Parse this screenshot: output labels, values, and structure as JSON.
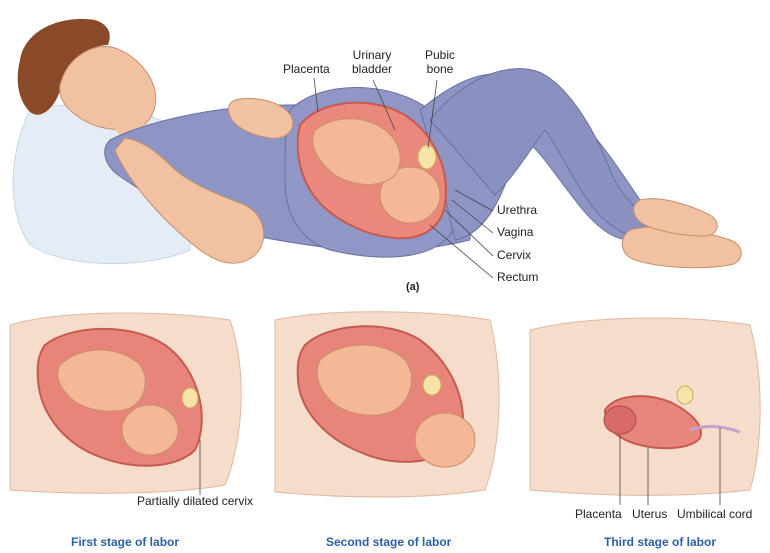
{
  "main_illustration": {
    "panel_letter": "(a)",
    "labels": {
      "placenta": "Placenta",
      "urinary_bladder": "Urinary\nbladder",
      "pubic_bone": "Pubic\nbone",
      "urethra": "Urethra",
      "vagina": "Vagina",
      "cervix": "Cervix",
      "rectum": "Rectum"
    }
  },
  "stages": [
    {
      "caption": "First stage of labor",
      "labels": [
        "Partially dilated cervix"
      ]
    },
    {
      "caption": "Second stage of labor",
      "labels": []
    },
    {
      "caption": "Third stage of labor",
      "labels": [
        "Placenta",
        "Uterus",
        "Umbilical cord"
      ]
    }
  ],
  "colors": {
    "caption_blue": "#2b5fa8",
    "bodysuit": "#8b92c0",
    "skin": "#f2c4a4",
    "uterus": "#e8857a",
    "pillow": "#e6eef5"
  }
}
